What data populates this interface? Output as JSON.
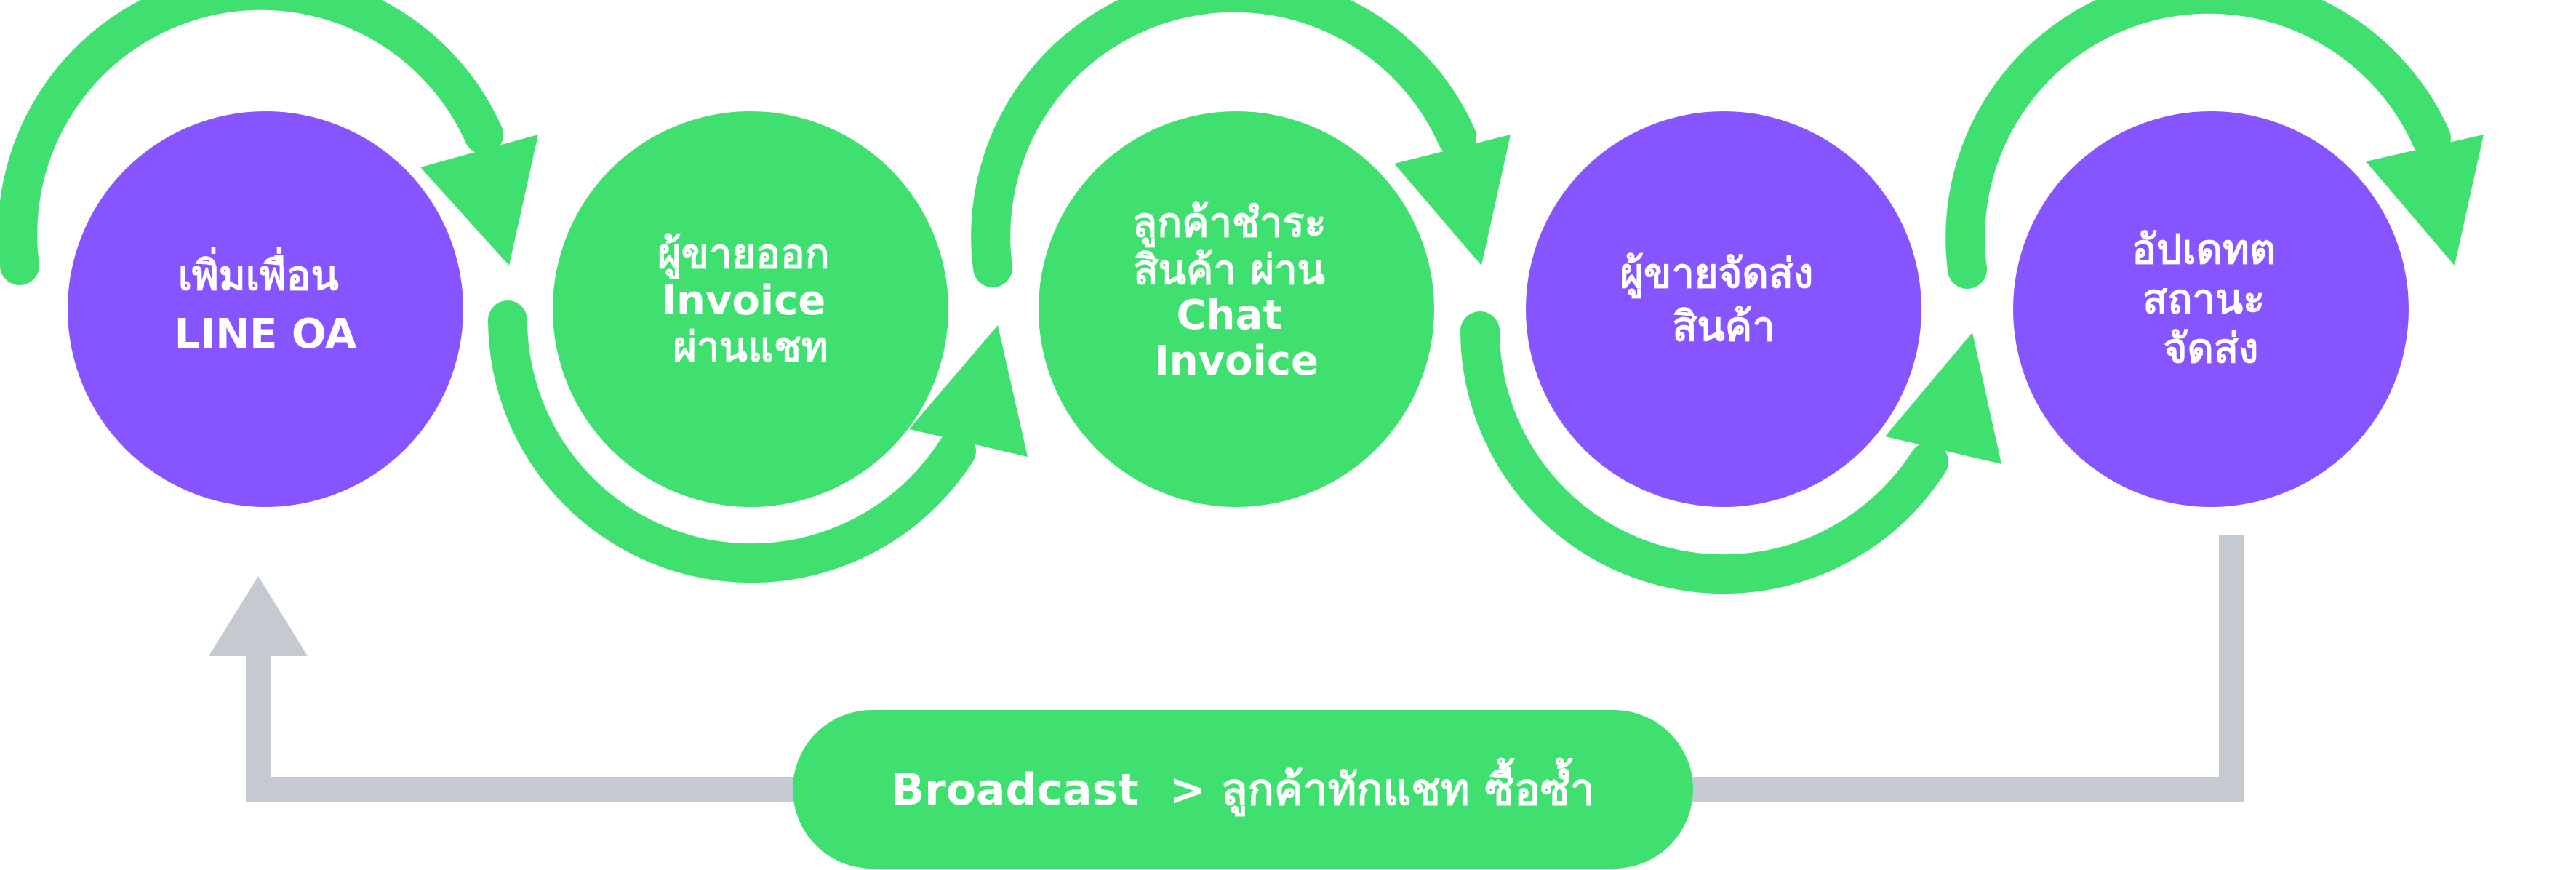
{
  "colors": {
    "purple": "#8755FF",
    "green": "#40E070",
    "gray": "#C5C9D0",
    "text": "#FFFFFF"
  },
  "stages": [
    {
      "lines": [
        "เพิ่มเพื่อน",
        "LINE OA"
      ],
      "color": "purple"
    },
    {
      "lines": [
        "ผู้ขายออก",
        "Invoice",
        "ผ่านแชท"
      ],
      "color": "green"
    },
    {
      "lines": [
        "ลูกค้าชำระ",
        "สินค้า ผ่าน",
        "Chat",
        "Invoice"
      ],
      "color": "green"
    },
    {
      "lines": [
        "ผู้ขายจัดส่ง",
        "สินค้า"
      ],
      "color": "purple"
    },
    {
      "lines": [
        "อัปเดทต",
        "สถานะ",
        "จัดส่ง"
      ],
      "color": "purple"
    }
  ],
  "loop": {
    "label": "Broadcast  > ลูกค้าทักแชท ซื้อซ้ำ"
  }
}
